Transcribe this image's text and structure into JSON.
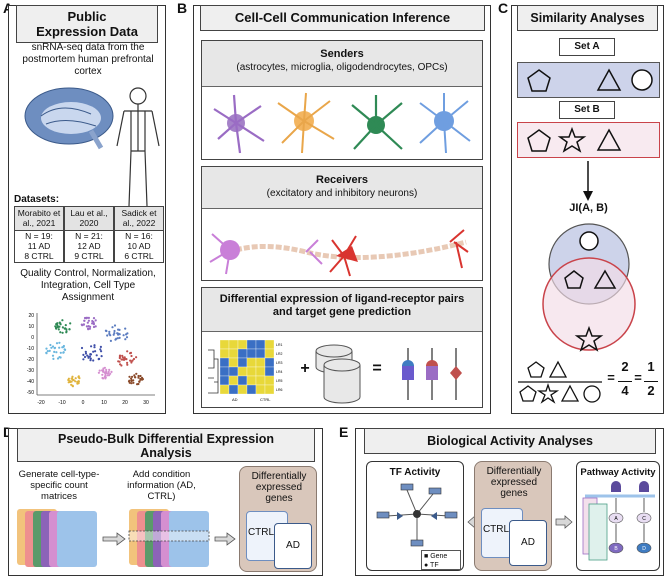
{
  "panelA": {
    "letter": "A",
    "title": "Public Expression Data",
    "desc": "snRNA-seq data from the postmortem human prefrontal cortex",
    "datasets_label": "Datasets:",
    "datasets": [
      {
        "name": "Morabito et al., 2021",
        "n": "N = 19:",
        "ad": "11 AD",
        "ctrl": "8 CTRL"
      },
      {
        "name": "Lau et al., 2020",
        "n": "N = 21:",
        "ad": "12 AD",
        "ctrl": "9 CTRL"
      },
      {
        "name": "Sadick et al., 2022",
        "n": "N = 16:",
        "ad": "10 AD",
        "ctrl": "6 CTRL"
      }
    ],
    "qc": "Quality Control, Normalization, Integration, Cell Type Assignment",
    "umap_yticks": [
      "20",
      "10",
      "0",
      "-10",
      "-20",
      "-30",
      "-40",
      "-50"
    ],
    "umap_xticks": [
      "-20",
      "-10",
      "0",
      "10",
      "20",
      "30"
    ]
  },
  "panelB": {
    "letter": "B",
    "title": "Cell-Cell Communication Inference",
    "senders_title": "Senders",
    "senders_desc": "(astrocytes, microglia, oligodendrocytes, OPCs)",
    "receivers_title": "Receivers",
    "receivers_desc": "(excitatory and inhibitory neurons)",
    "de_title": "Differential expression of ligand-receptor pairs and target gene prediction",
    "plus": "+",
    "equals": "=",
    "hm_labels": [
      "AD",
      "CTRL"
    ],
    "hm_rows": [
      "LR1",
      "LR2",
      "LR3",
      "LR4",
      "LR5",
      "LR6"
    ]
  },
  "panelC": {
    "letter": "C",
    "title": "Similarity Analyses",
    "setA": "Set A",
    "setB": "Set B",
    "ji": "JI(A, B)",
    "eq": "=",
    "n1": "2",
    "d1": "4",
    "n2": "1",
    "d2": "2"
  },
  "panelD": {
    "letter": "D",
    "title": "Pseudo-Bulk Differential Expression Analysis",
    "step1": "Generate cell-type-specific count matrices",
    "step2": "Add condition information (AD, CTRL)",
    "deg": "Differentially expressed genes",
    "ctrl": "CTRL",
    "ad": "AD"
  },
  "panelE": {
    "letter": "E",
    "title": "Biological Activity Analyses",
    "tf": "TF Activity",
    "deg": "Differentially expressed genes",
    "ctrl": "CTRL",
    "ad": "AD",
    "pathway": "Pathway Activity",
    "legend_gene": "Gene",
    "legend_tf": "TF",
    "path_nodes": [
      "A",
      "B",
      "C",
      "D"
    ]
  }
}
